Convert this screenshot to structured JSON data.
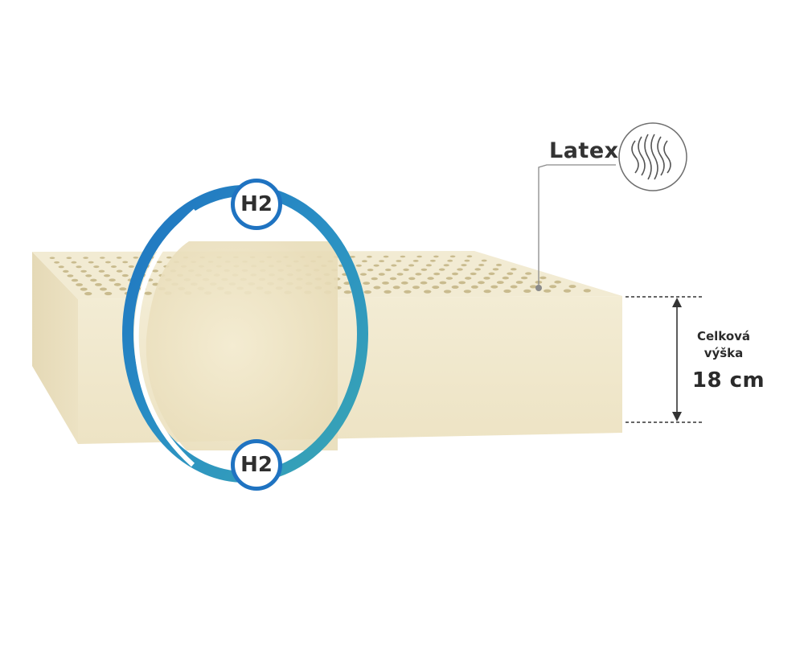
{
  "product": {
    "material_label": "Latex",
    "material_icon": "heat-waves-icon",
    "firmness_top": "H2",
    "firmness_bottom": "H2",
    "height_label_line1": "Celková",
    "height_label_line2": "výška",
    "height_value": "18 cm"
  },
  "colors": {
    "foam_top": "#f1e9cf",
    "foam_side": "#efe6c9",
    "foam_left": "#e6dbb8",
    "hole": "#c9bb8e",
    "ring_outer": "#1f73c1",
    "ring_inner": "#3aa7b3",
    "text": "#333333"
  }
}
